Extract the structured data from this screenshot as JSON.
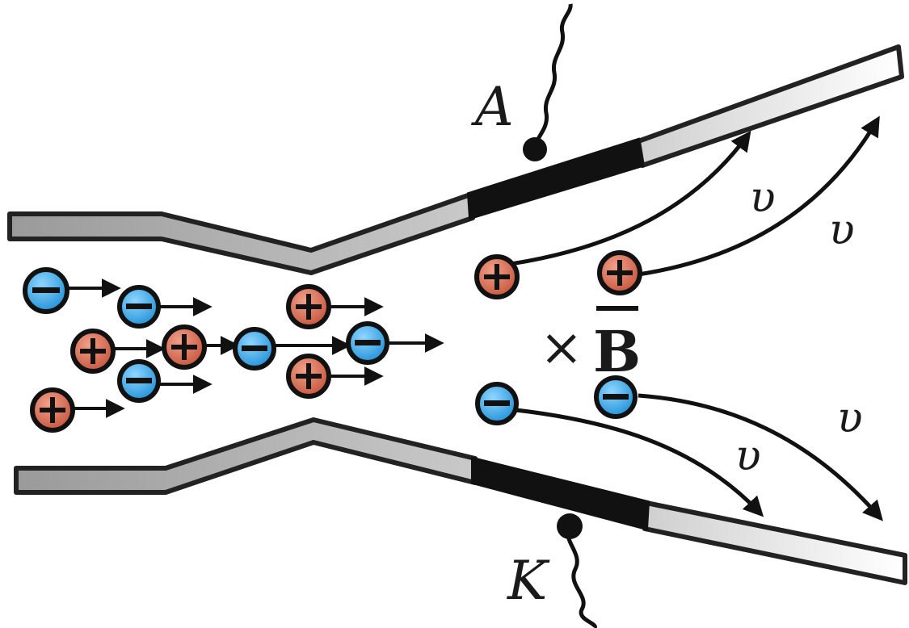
{
  "labels": {
    "electrode_top": "A",
    "electrode_bottom": "K",
    "field_symbol": "×",
    "field_letter": "B",
    "velocity_1": "υ",
    "velocity_2": "υ",
    "velocity_3": "υ",
    "velocity_4": "υ"
  },
  "particle_signs": {
    "negative": "minus",
    "positive": "plus"
  },
  "colors": {
    "negative_fill": "#3aa9e6",
    "positive_fill": "#d9694f",
    "plate_gray": "#a8a8a8",
    "electrode_black": "#111111"
  }
}
